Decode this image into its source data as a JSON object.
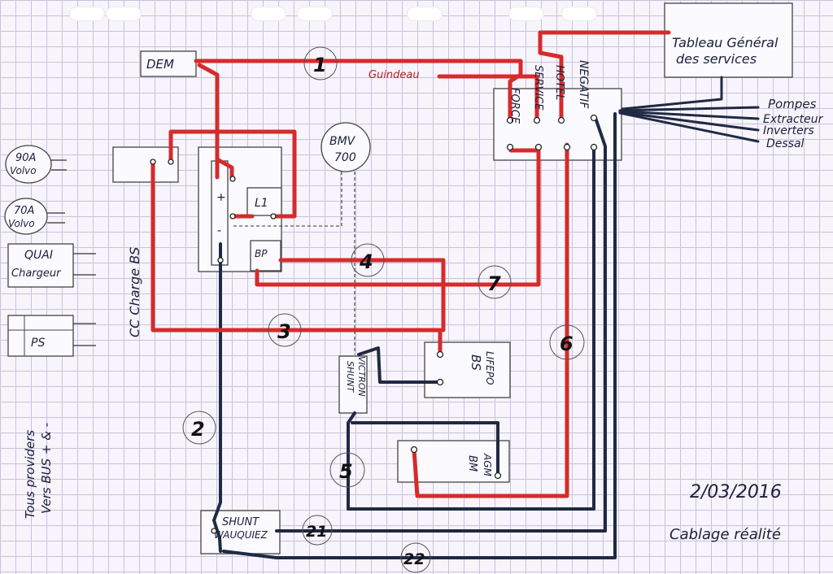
{
  "colors": {
    "positive": "#d62b2b",
    "negative": "#1f2a44",
    "paper": "#f7f4fb",
    "grid": "#c9c2dc",
    "ink": "#1b1f3a"
  },
  "boxes": {
    "dem": "DEM",
    "tableau_line1": "Tableau Général",
    "tableau_line2": "des services",
    "bmv_line1": "BMV",
    "bmv_line2": "700",
    "l1": "L1",
    "plus": "+",
    "minus": "-",
    "bp": "BP",
    "bs_line1": "BS",
    "bs_line2": "LIFEPO",
    "bm_line1": "BM",
    "bm_line2": "AGM",
    "shunt_victron_line1": "SHUNT",
    "shunt_victron_line2": "VICTRON",
    "shunt_wauquiez_line1": "SHUNT",
    "shunt_wauquiez_line2": "WAUQUIEZ",
    "chargers": [
      {
        "line1": "90A",
        "line2": "Volvo"
      },
      {
        "line1": "70A",
        "line2": "Volvo"
      }
    ],
    "quai_line1": "QUAI",
    "quai_line2": "Chargeur",
    "ps": "PS"
  },
  "labels": {
    "cc_charge": "CC Charge BS",
    "guindeau": "Guindeau",
    "force": "FORCE",
    "service": "SERVICE",
    "hotel": "HOTEL",
    "negatif": "NEGATIF",
    "loads": [
      "Pompes",
      "Extracteur",
      "Inverters",
      "Dessal"
    ],
    "side_note_line1": "Tous providers",
    "side_note_line2": "Vers BUS + & -",
    "date": "2/03/2016",
    "caption": "Cablage réalité"
  },
  "cable_numbers": [
    "1",
    "2",
    "3",
    "4",
    "5",
    "6",
    "7",
    "21",
    "22"
  ]
}
